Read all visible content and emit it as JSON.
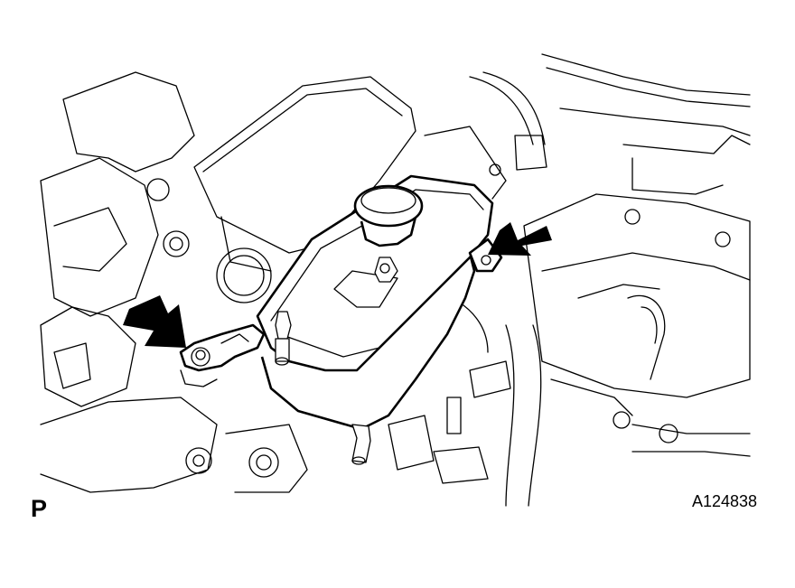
{
  "labels": {
    "view_letter": "P",
    "figure_id": "A124838"
  },
  "callouts": [
    {
      "name": "left-mounting-bolt-arrow",
      "direction": "down-right"
    },
    {
      "name": "right-mounting-bolt-arrow",
      "direction": "down-left"
    }
  ],
  "colors": {
    "line": "#000000",
    "background": "#ffffff"
  }
}
